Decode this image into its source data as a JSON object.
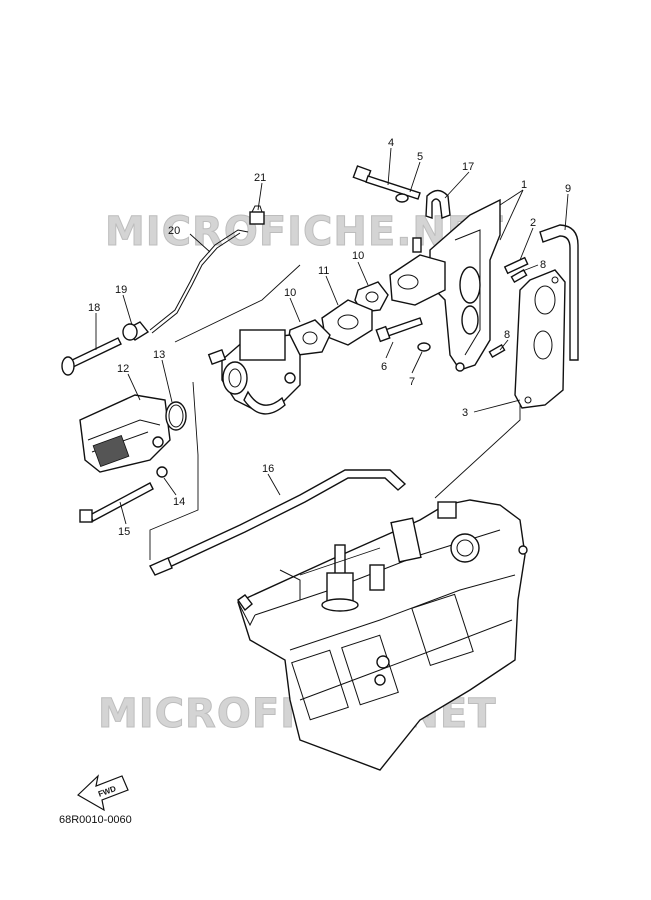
{
  "watermark": {
    "top": "MICROFICHE.NET",
    "bottom": "MICROFICHE.NET"
  },
  "diagram_code": "68R0010-0060",
  "direction_label": "FWD",
  "callouts": [
    "1",
    "2",
    "3",
    "4",
    "5",
    "6",
    "7",
    "8",
    "8",
    "9",
    "10",
    "10",
    "11",
    "12",
    "13",
    "14",
    "15",
    "16",
    "17",
    "18",
    "19",
    "20",
    "21"
  ]
}
